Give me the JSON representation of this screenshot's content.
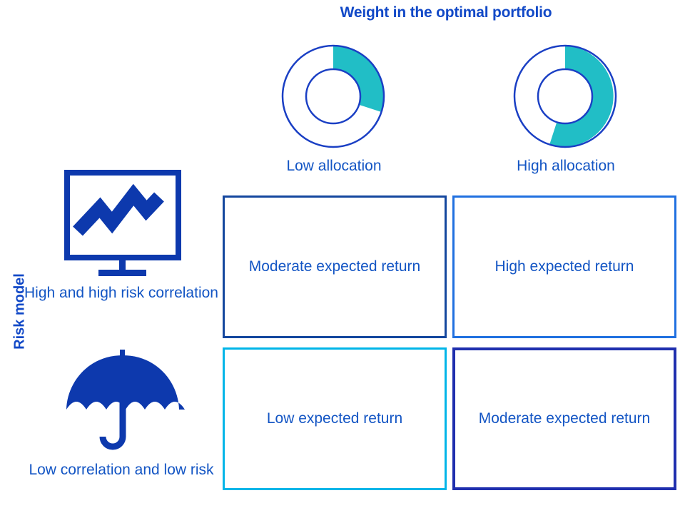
{
  "title": "Weight in the optimal portfolio",
  "axis": {
    "vertical_label": "Risk model"
  },
  "colors": {
    "title_blue": "#1249c7",
    "text_blue": "#1355c4",
    "icon_blue": "#0d39ad",
    "donut_stroke": "#1a3fc4",
    "donut_teal": "#21bec6",
    "box_top_left": "#14479e",
    "box_top_right": "#2070e0",
    "box_bottom_left": "#00b5e8",
    "box_bottom_right": "#1f2fae"
  },
  "columns": [
    {
      "id": "low",
      "label": "Low allocation"
    },
    {
      "id": "high",
      "label": "High allocation"
    }
  ],
  "rows": [
    {
      "id": "high-risk",
      "label": "High and high risk correlation",
      "icon": "monitor-chart-icon"
    },
    {
      "id": "low-risk",
      "label": "Low correlation and low risk",
      "icon": "umbrella-icon"
    }
  ],
  "quadrants": [
    {
      "id": "tl",
      "text": "Moderate expected return"
    },
    {
      "id": "tr",
      "text": "High expected return"
    },
    {
      "id": "bl",
      "text": "Low expected return"
    },
    {
      "id": "br",
      "text": "Moderate expected return"
    }
  ],
  "chart_data": {
    "type": "pie",
    "title": "Weight in the optimal portfolio",
    "xlabel": "Weight in the optimal portfolio",
    "ylabel": "Risk model",
    "grid": false,
    "legend": "none",
    "charts": [
      {
        "name": "Low allocation",
        "type": "pie",
        "donut": true,
        "start_angle_deg": 0,
        "slices": [
          {
            "label": "Allocated",
            "value": 20,
            "color": "#21bec6"
          },
          {
            "label": "Unallocated",
            "value": 80,
            "color": "#ffffff"
          }
        ]
      },
      {
        "name": "High allocation",
        "type": "pie",
        "donut": true,
        "start_angle_deg": 0,
        "slices": [
          {
            "label": "Allocated",
            "value": 55,
            "color": "#21bec6"
          },
          {
            "label": "Unallocated",
            "value": 45,
            "color": "#ffffff"
          }
        ]
      }
    ],
    "matrix": {
      "row_labels": [
        "High and high risk correlation",
        "Low correlation and low risk"
      ],
      "column_labels": [
        "Low allocation",
        "High allocation"
      ],
      "cells": [
        [
          "Moderate expected return",
          "High expected return"
        ],
        [
          "Low expected return",
          "Moderate expected return"
        ]
      ]
    }
  }
}
